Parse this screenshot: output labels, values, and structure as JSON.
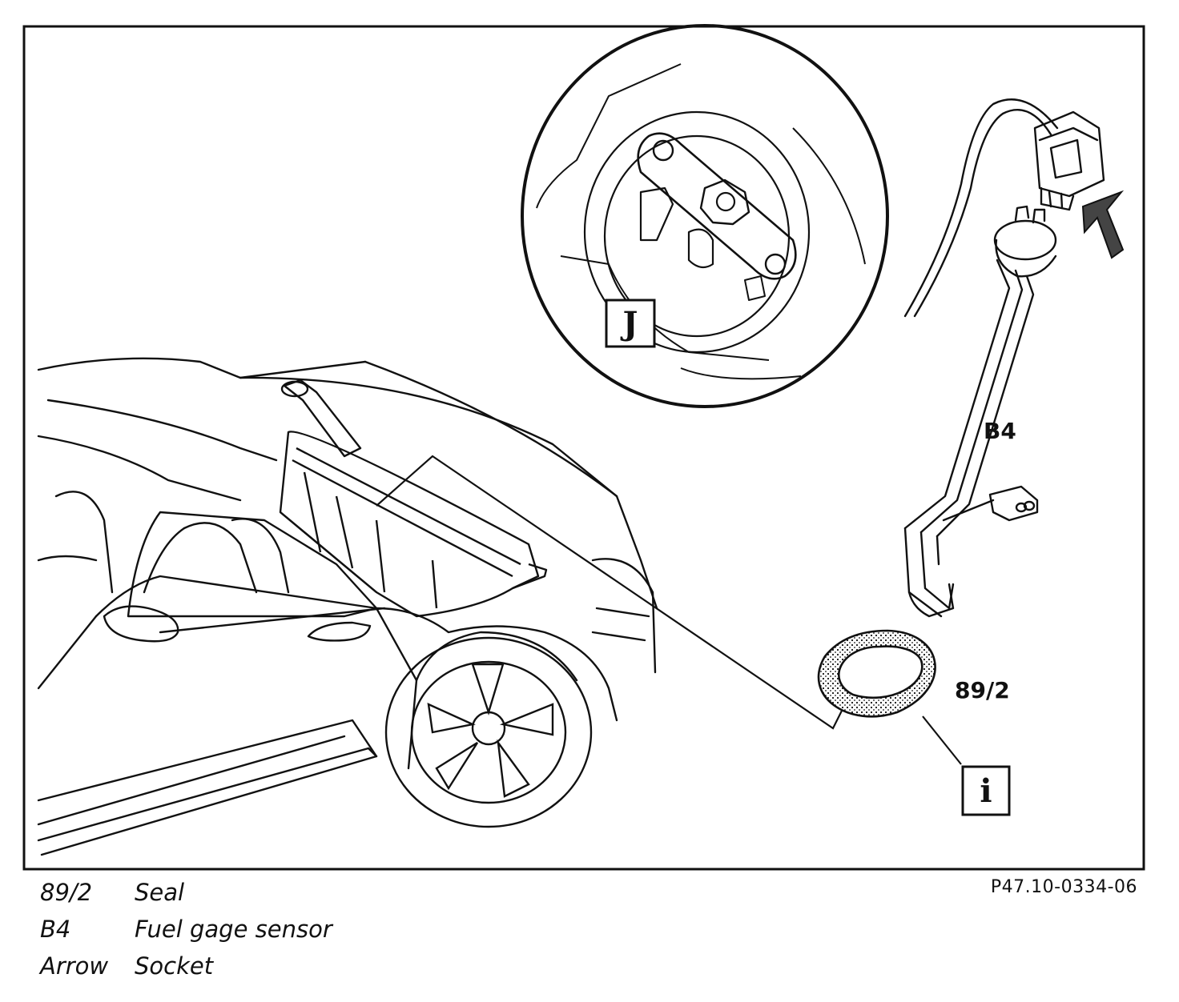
{
  "callouts": {
    "sensor": "B4",
    "seal": "89/2"
  },
  "boxed_symbols": {
    "detail": "J",
    "info": "i"
  },
  "legend": [
    {
      "code": "89/2",
      "description": "Seal"
    },
    {
      "code": "B4",
      "description": "Fuel gage sensor"
    },
    {
      "code": "Arrow",
      "description": "Socket"
    }
  ],
  "figure_code": "P47.10-0334-06",
  "colors": {
    "ink": "#111111",
    "paper": "#ffffff",
    "seal_fill": "#d9d9d9"
  }
}
